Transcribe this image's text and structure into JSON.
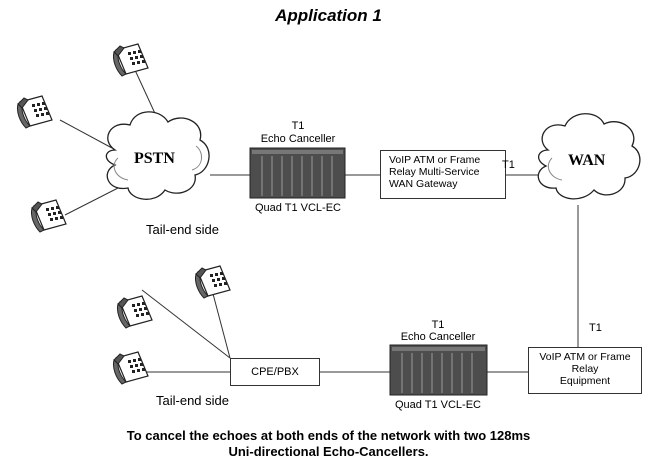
{
  "title": "Application 1",
  "pstn_label": "PSTN",
  "wan_label": "WAN",
  "tail_end_top": "Tail-end side",
  "tail_end_bottom": "Tail-end side",
  "ec_top": {
    "t1": "T1",
    "name": "Echo Canceller",
    "model": "Quad T1 VCL-EC"
  },
  "ec_bottom": {
    "t1": "T1",
    "name": "Echo Canceller",
    "model": "Quad T1 VCL-EC"
  },
  "gateway_box": {
    "line1": "VoIP ATM  or Frame",
    "line2": "Relay Multi-Service",
    "line3": "WAN Gateway"
  },
  "gateway_t1": "T1",
  "equipment_box": {
    "line1": "VoIP ATM or Frame",
    "line2": "Relay",
    "line3": "Equipment"
  },
  "equipment_t1": "T1",
  "cpe_label": "CPE/PBX",
  "caption_line1": "To cancel the echoes at both ends of the network with two 128ms",
  "caption_line2": "Uni-directional Echo-Cancellers."
}
